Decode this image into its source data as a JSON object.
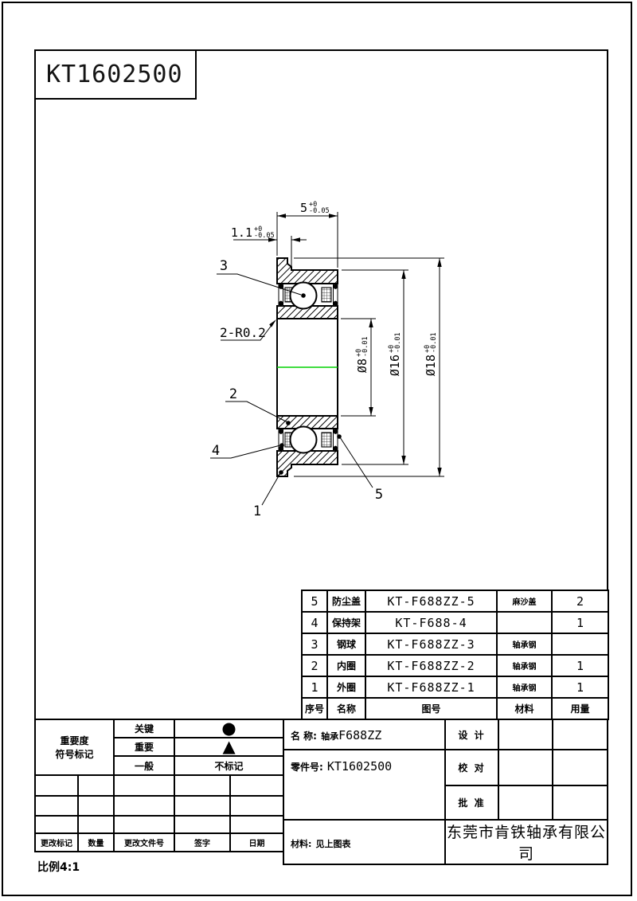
{
  "title_box": {
    "text": "KT1602500"
  },
  "scale_note": "比例4:1",
  "drawing": {
    "centerline_color": "#00d200",
    "dims": {
      "width5": {
        "v": "5",
        "tp": "+0",
        "tm": "-0.05"
      },
      "flange11": {
        "v": "1.1",
        "tp": "+0",
        "tm": "-0.05"
      },
      "bore": {
        "v": "Ø8",
        "tp": "+0",
        "tm": "-0.01"
      },
      "outer": {
        "v": "Ø16",
        "tp": "+0",
        "tm": "-0.01"
      },
      "flange_od": {
        "v": "Ø18",
        "tp": "+0",
        "tm": "-0.01"
      },
      "fillet": "2-R0.2"
    },
    "balloons": {
      "n1": "1",
      "n2": "2",
      "n3": "3",
      "n4": "4",
      "n5": "5"
    }
  },
  "parts_table": {
    "headers": {
      "no": "序号",
      "name": "名称",
      "dwg": "图号",
      "mat": "材料",
      "qty": "用量"
    },
    "rows": [
      {
        "no": "5",
        "name": "防尘盖",
        "dwg": "KT-F688ZZ-5",
        "mat": "麻沙盖",
        "qty": "2"
      },
      {
        "no": "4",
        "name": "保持架",
        "dwg": "KT-F688-4",
        "mat": "",
        "qty": "1"
      },
      {
        "no": "3",
        "name": "钢球",
        "dwg": "KT-F688ZZ-3",
        "mat": "轴承钢",
        "qty": ""
      },
      {
        "no": "2",
        "name": "内圈",
        "dwg": "KT-F688ZZ-2",
        "mat": "轴承钢",
        "qty": "1"
      },
      {
        "no": "1",
        "name": "外圈",
        "dwg": "KT-F688ZZ-1",
        "mat": "轴承钢",
        "qty": "1"
      }
    ]
  },
  "title_block": {
    "importance_title_1": "重要度",
    "importance_title_2": "符号标记",
    "level_key": "关键",
    "symbol_key": "●",
    "level_major": "重要",
    "symbol_major": "▲",
    "level_general": "一般",
    "symbol_general": "不标记",
    "rev_headers": {
      "mark": "更改标记",
      "qty": "数量",
      "doc": "更改文件号",
      "sign": "签字",
      "date": "日期"
    },
    "name_label": "名 称:",
    "name_prefix": "轴承",
    "name_value": "F688ZZ",
    "part_label": "零件号:",
    "part_value": "KT1602500",
    "material_label": "材料:",
    "material_value": "见上图表",
    "design": "设 计",
    "check": "校 对",
    "approve": "批 准",
    "company": "东莞市肯铁轴承有限公司"
  }
}
